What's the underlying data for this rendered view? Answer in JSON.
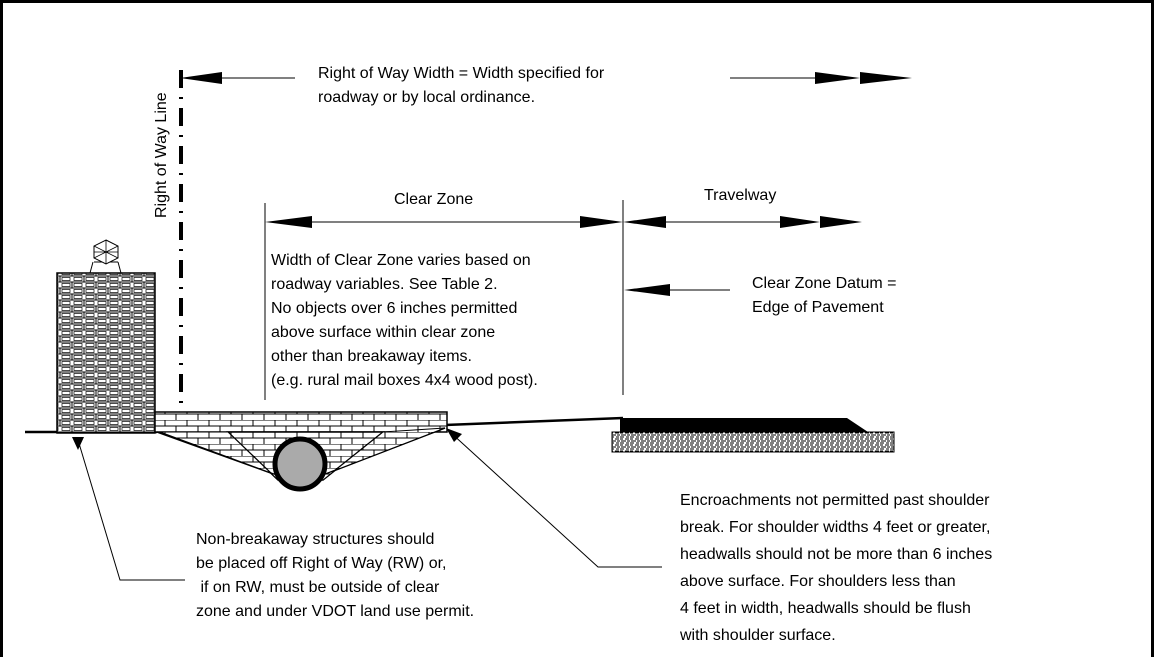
{
  "labels": {
    "row_title": "Right of Way Line",
    "row_width": [
      "Right of Way Width = Width specified for",
      "roadway or by local ordinance."
    ],
    "clear_zone": "Clear Zone",
    "travelway": "Travelway",
    "clear_zone_note": [
      "Width of Clear Zone varies based on",
      "roadway variables. See Table 2.",
      "No objects over 6 inches permitted",
      "above surface within clear zone",
      "other than breakaway items.",
      "(e.g. rural mail boxes 4x4 wood post)."
    ],
    "datum": [
      "Clear Zone Datum =",
      "Edge of Pavement"
    ],
    "non_breakaway": [
      "Non-breakaway structures should",
      "be placed off Right of Way (RW) or,",
      " if on RW, must be outside of clear",
      "zone and under VDOT land use permit."
    ],
    "encroachments": [
      "Encroachments not permitted past shoulder",
      "break. For shoulder widths 4 feet or greater,",
      "headwalls should not be more than 6 inches",
      "above surface. For shoulders less than",
      "4 feet in width, headwalls should be flush",
      "with shoulder surface."
    ]
  }
}
